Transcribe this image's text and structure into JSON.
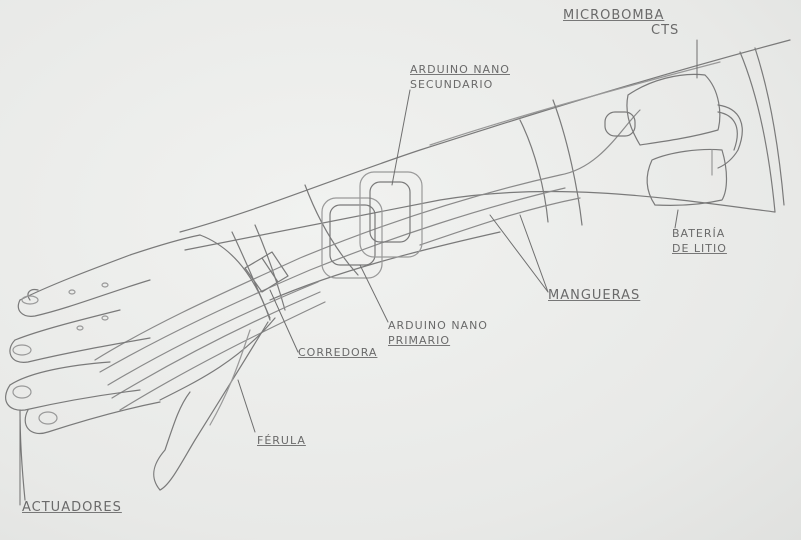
{
  "labels": {
    "microbomba": {
      "line1": "MICROBOMBA",
      "line2": "CTS"
    },
    "arduino_secundario": {
      "line1": "ARDUINO NANO",
      "line2": "SECUNDARIO"
    },
    "bateria": {
      "line1": "BATERÍA",
      "line2": "DE LITIO"
    },
    "mangueras": "MANGUERAS",
    "arduino_primario": {
      "line1": "ARDUINO NANO",
      "line2": "PRIMARIO"
    },
    "corredora": "CORREDORA",
    "ferula": "FÉRULA",
    "actuadores": "ACTUADORES"
  },
  "colors": {
    "pencil": "#6a6a6a",
    "paper": "#eceeec"
  }
}
